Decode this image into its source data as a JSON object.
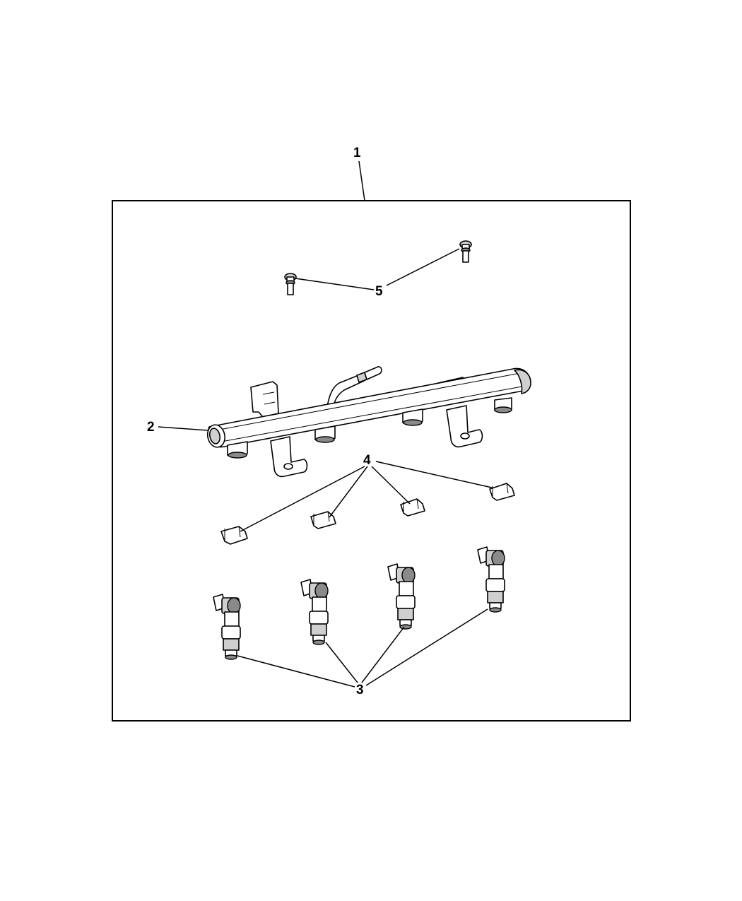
{
  "callouts": {
    "kit": "1",
    "fuel_rail": "2",
    "injectors": "3",
    "clips": "4",
    "bolts": "5"
  },
  "colors": {
    "line": "#000000",
    "background": "#ffffff",
    "shade": "#cfcfcf"
  }
}
